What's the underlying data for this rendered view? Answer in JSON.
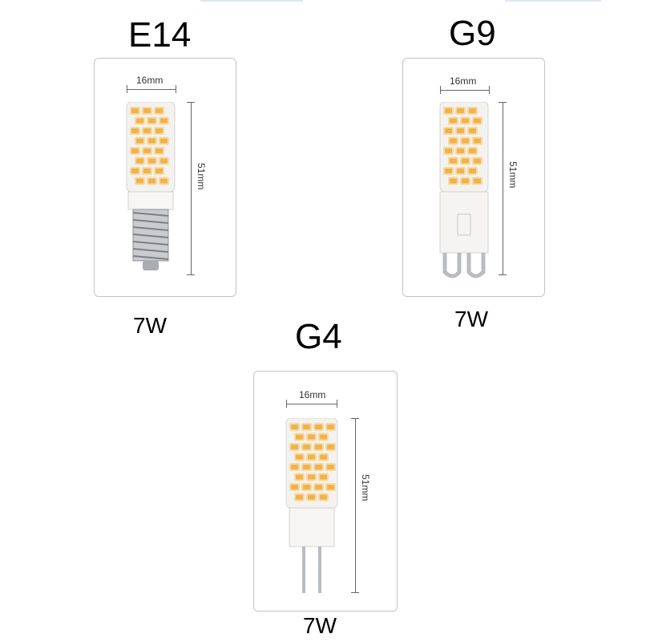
{
  "products": [
    {
      "id": "e14",
      "title": "E14",
      "width_label": "16mm",
      "height_label": "51mm",
      "power": "7W",
      "base": "e14-screw"
    },
    {
      "id": "g9",
      "title": "G9",
      "width_label": "16mm",
      "height_label": "51mm",
      "power": "7W",
      "base": "g9-loop"
    },
    {
      "id": "g4",
      "title": "G4",
      "width_label": "16mm",
      "height_label": "51mm",
      "power": "7W",
      "base": "g4-pins"
    }
  ],
  "colors": {
    "led": "#f0b24a",
    "led_glow": "#f7d9a3",
    "body": "#f4f2ef",
    "card_border": "#c4c4c4"
  }
}
